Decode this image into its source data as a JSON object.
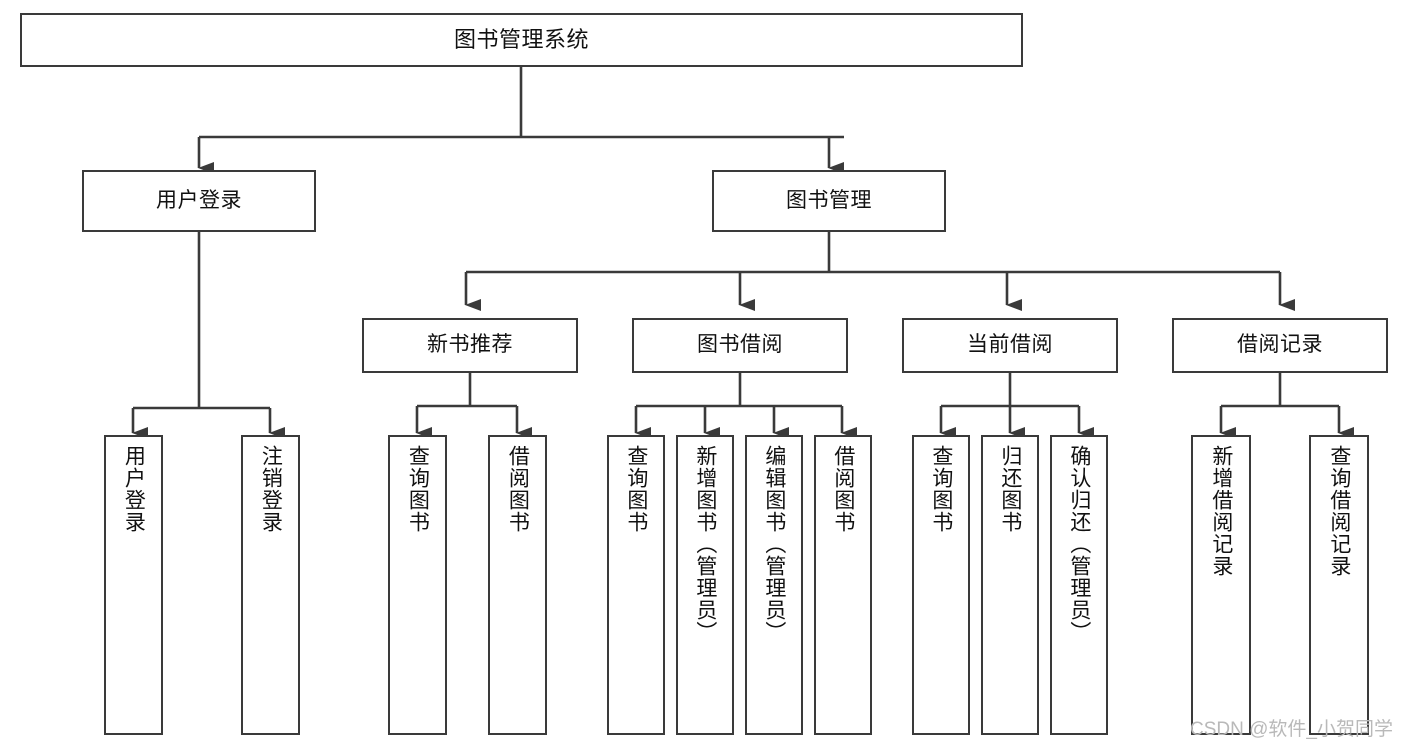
{
  "diagram": {
    "title": "图书管理系统",
    "type": "tree-hierarchy",
    "watermark": "CSDN @软件_小贺同学",
    "colors": {
      "box_border": "#3a3a3a",
      "box_fill": "#ffffff",
      "connector": "#3a3a3a",
      "text": "#111111",
      "watermark": "#b9b9b9",
      "background": "#ffffff"
    },
    "nodes": {
      "root": {
        "label": "图书管理系统"
      },
      "level2": [
        {
          "label": "用户登录"
        },
        {
          "label": "图书管理"
        }
      ],
      "level3": [
        {
          "label": "新书推荐"
        },
        {
          "label": "图书借阅"
        },
        {
          "label": "当前借阅"
        },
        {
          "label": "借阅记录"
        }
      ],
      "leaves": {
        "user_login": [
          {
            "label": "用户登录"
          },
          {
            "label": "注销登录"
          }
        ],
        "new_book_recommend": [
          {
            "label": "查询图书"
          },
          {
            "label": "借阅图书"
          }
        ],
        "book_borrow": [
          {
            "label": "查询图书"
          },
          {
            "label": "新增图书（管理员）"
          },
          {
            "label": "编辑图书（管理员）"
          },
          {
            "label": "借阅图书"
          }
        ],
        "current_borrow": [
          {
            "label": "查询图书"
          },
          {
            "label": "归还图书"
          },
          {
            "label": "确认归还（管理员）"
          }
        ],
        "borrow_record": [
          {
            "label": "新增借阅记录"
          },
          {
            "label": "查询借阅记录"
          }
        ]
      }
    }
  }
}
